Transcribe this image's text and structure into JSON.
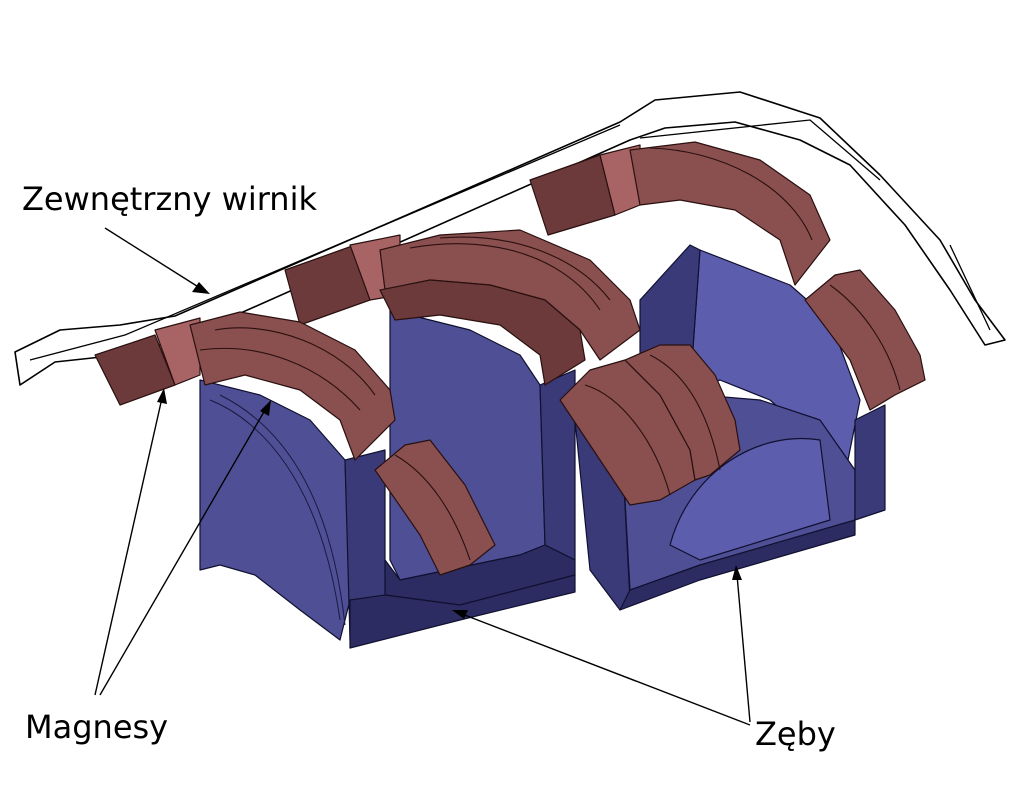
{
  "labels": {
    "outer_rotor": "Zewnętrzny wirnik",
    "magnets": "Magnesy",
    "teeth": "Zęby"
  },
  "colors": {
    "tooth_blue": "#4f4f96",
    "magnet_red": "#8a4f4f",
    "rim_outline": "#000000",
    "background": "#ffffff"
  }
}
